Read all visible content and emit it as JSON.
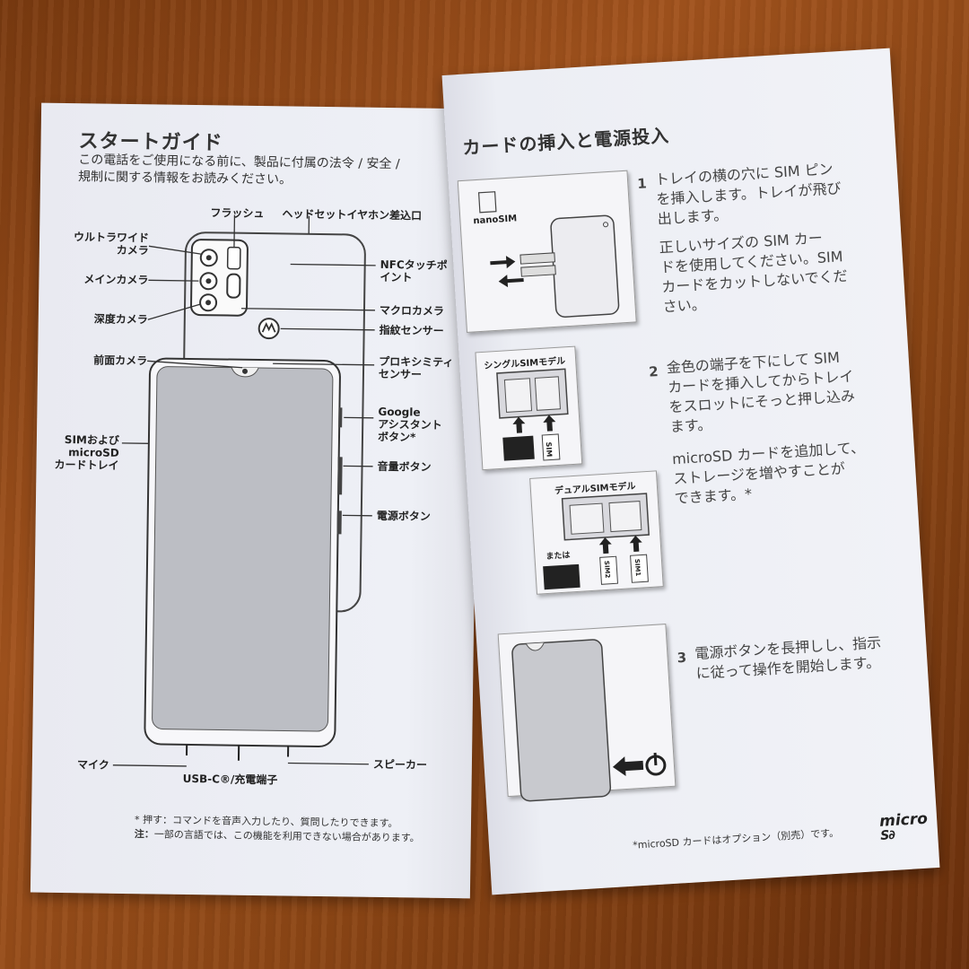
{
  "left_page": {
    "title": "スタートガイド",
    "intro": [
      "この電話をご使用になる前に、製品に付属の法令 / 安全 /",
      "規制に関する情報をお読みください。"
    ],
    "labels": {
      "flash": "フラッシュ",
      "headset": "ヘッドセットイヤホン差込口",
      "ultrawide": [
        "ウルトラワイド",
        "カメラ"
      ],
      "main_camera": "メインカメラ",
      "depth_camera": "深度カメラ",
      "front_camera": "前面カメラ",
      "nfc": [
        "NFCタッチポ",
        "イント"
      ],
      "macro": "マクロカメラ",
      "fingerprint": "指紋センサー",
      "proximity": [
        "プロキシミティ",
        "センサー"
      ],
      "google": [
        "Google",
        "アシスタント",
        "ボタン*"
      ],
      "sim_tray": [
        "SIMおよび",
        "microSD",
        "カードトレイ"
      ],
      "volume": "音量ボタン",
      "power": "電源ボタン",
      "mic": "マイク",
      "usb": "USB-C®/充電端子",
      "speaker": "スピーカー"
    },
    "footnote_1": "* 押す：コマンドを音声入力したり、質問したりできます。",
    "footnote_2_bold": "注：",
    "footnote_2": "一部の言語では、この機能を利用できない場合があります。"
  },
  "right_page": {
    "title": "カードの挿入と電源投入",
    "step1_num": "1",
    "step1_lines": [
      "トレイの横の穴に SIM ピン",
      "を挿入します。トレイが飛び",
      "出します。"
    ],
    "step1b_lines": [
      "正しいサイズの SIM カー",
      "ドを使用してください。SIM",
      "カードをカットしないでくだ",
      "さい。"
    ],
    "step2_num": "2",
    "step2_lines": [
      "金色の端子を下にして SIM",
      "カードを挿入してからトレイ",
      "をスロットにそっと押し込み",
      "ます。"
    ],
    "step2b_lines": [
      "microSD カードを追加して、",
      "ストレージを増やすことが",
      "できます。*"
    ],
    "step3_num": "3",
    "step3_lines": [
      "電源ボタンを長押しし、指示",
      "に従って操作を開始します。"
    ],
    "fig_nanosim": "nanoSIM",
    "fig_single": "シングルSIMモデル",
    "fig_dual": "デュアルSIMモデル",
    "fig_sim": "SIM",
    "fig_or": "または",
    "fig_sim2": "SIM2",
    "fig_sim1": "SIM1",
    "footnote": "*microSD カードはオプション（別売）です。",
    "logo_text": "micro"
  }
}
